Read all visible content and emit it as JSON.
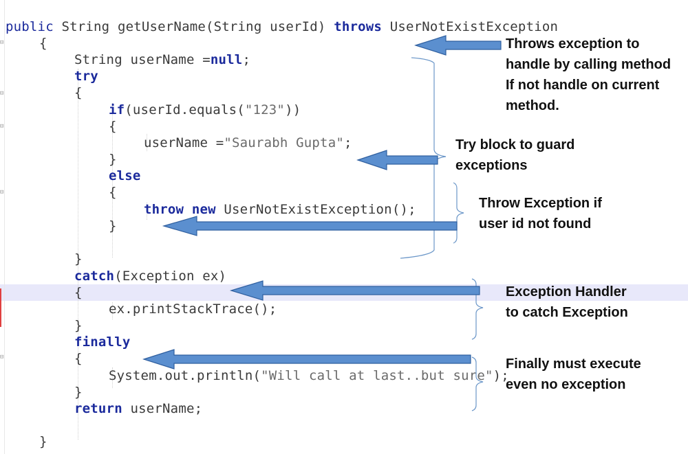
{
  "code": {
    "line1": [
      "public ",
      "String getUserName(String userId) ",
      "throws",
      " UserNotExistException"
    ],
    "line2": "{",
    "line3": [
      "String userName =",
      "null",
      ";"
    ],
    "line4": "try",
    "line5": "{",
    "line6": [
      "if",
      "(userId.equals(",
      "\"123\"",
      "))"
    ],
    "line7": "{",
    "line8": [
      "userName =",
      "\"Saurabh Gupta\"",
      ";"
    ],
    "line9": "}",
    "line10": "else",
    "line11": "{",
    "line12": [
      "throw new",
      " UserNotExistException();"
    ],
    "line13": "}",
    "line14": "}",
    "line15": [
      "catch",
      "(Exception ex)"
    ],
    "line16": "{",
    "line17": "ex.printStackTrace();",
    "line18": "}",
    "line19": "finally",
    "line20": "{",
    "line21": [
      "System.out.println(",
      "\"Will call at last..but sure\"",
      ");"
    ],
    "line22": "}",
    "line23": [
      "return",
      " userName;"
    ],
    "line24": "}"
  },
  "annotations": {
    "throws": "Throws exception to\nhandle by calling method\nIf not handle on current\nmethod.",
    "try": "Try block to guard\nexceptions",
    "throw": "Throw Exception if\nuser id not found",
    "catch": "Exception Handler\nto catch Exception",
    "finally": "Finally must execute\neven no exception"
  },
  "colors": {
    "arrow_fill": "#5b8fcf",
    "arrow_stroke": "#2f5f9f",
    "keyword": "#1b2a9c",
    "highlight_line": "#e8e8fa"
  }
}
